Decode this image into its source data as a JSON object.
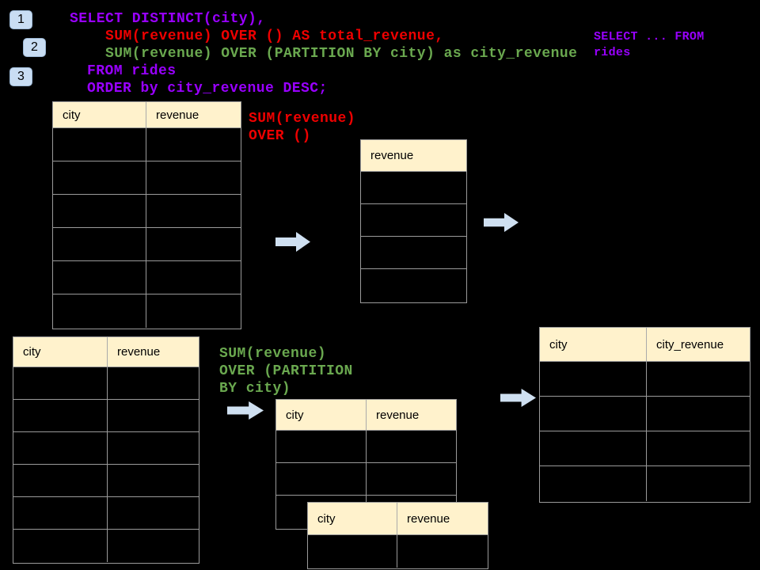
{
  "colors": {
    "purple": "#9900ff",
    "red": "#ee0000",
    "green": "#6aa84f",
    "arrow": "#cfe0f1",
    "header_bg": "#fff2cc",
    "border": "#9a9a9a",
    "badge_bg": "#c9ddf3",
    "background": "#000000"
  },
  "icons": {
    "flow_arrow": "right-arrow-icon"
  },
  "step_badges": [
    "1",
    "2",
    "3"
  ],
  "code": {
    "lines": [
      {
        "text": "SELECT DISTINCT(city),",
        "color": "purple"
      },
      {
        "text": "SUM(revenue) OVER () AS total_revenue,",
        "color": "red"
      },
      {
        "text": "SUM(revenue) OVER (PARTITION BY city) as city_revenue",
        "color": "green"
      },
      {
        "text": "FROM rides",
        "color": "purple"
      },
      {
        "text": "ORDER by city_revenue DESC;",
        "color": "purple"
      }
    ]
  },
  "side_note": {
    "color": "purple",
    "lines": [
      "SELECT ... FROM",
      "rides"
    ]
  },
  "labels": {
    "total": {
      "color": "red",
      "lines": [
        "SUM(revenue)",
        "OVER ()"
      ]
    },
    "partition": {
      "color": "green",
      "lines": [
        "SUM(revenue)",
        "OVER (PARTITION",
        "BY city)"
      ]
    }
  },
  "tables": {
    "source_top": {
      "headers": [
        "city",
        "revenue"
      ],
      "rows": 6
    },
    "total_result": {
      "headers": [
        "revenue"
      ],
      "rows": 4
    },
    "source_bottom": {
      "headers": [
        "city",
        "revenue"
      ],
      "rows": 6
    },
    "partition_mid": {
      "headers": [
        "city",
        "revenue"
      ],
      "rows": 3
    },
    "partition_overlap": {
      "headers": [
        "city",
        "revenue"
      ],
      "rows": 1
    },
    "city_revenue_result": {
      "headers": [
        "city",
        "city_revenue"
      ],
      "rows": 4
    }
  }
}
